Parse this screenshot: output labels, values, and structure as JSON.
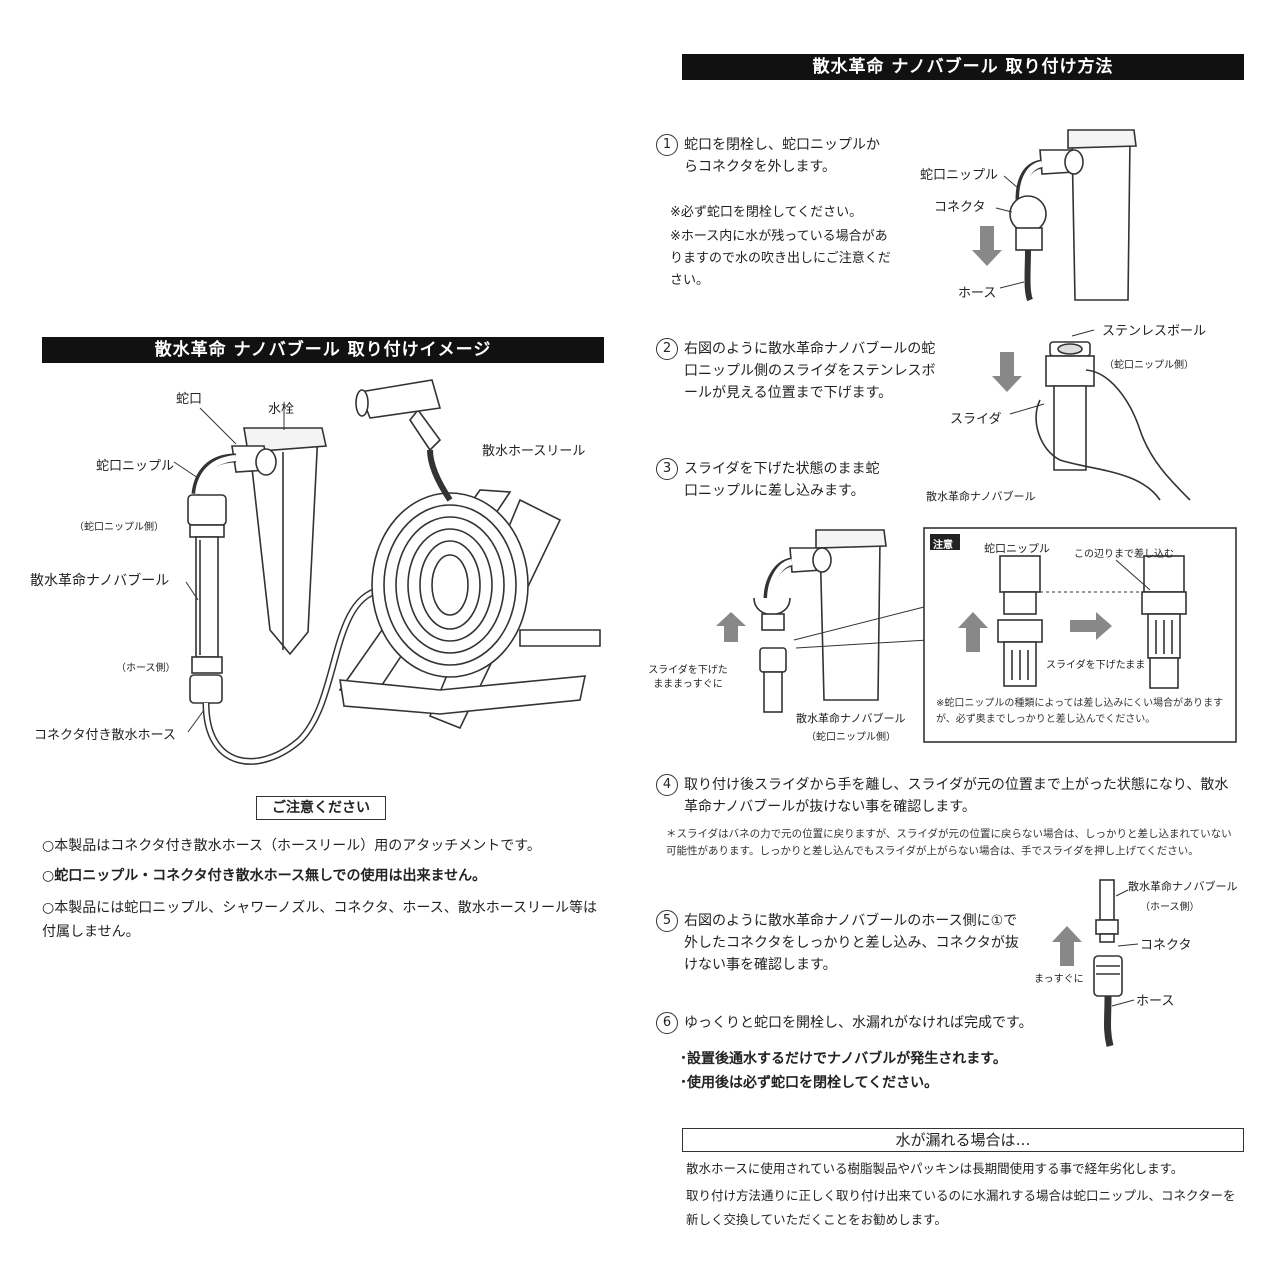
{
  "left": {
    "title": "散水革命 ナノバブール 取り付けイメージ",
    "labels": {
      "faucet": "蛇口",
      "hydrant": "水栓",
      "hose_reel": "散水ホースリール",
      "faucet_nipple": "蛇口ニップル",
      "nipple_side": "（蛇口ニップル側）",
      "product": "散水革命ナノバブール",
      "hose_side": "（ホース側）",
      "connector_hose": "コネクタ付き散水ホース"
    },
    "caution_title": "ご注意ください",
    "cautions": [
      "○本製品はコネクタ付き散水ホース（ホースリール）用のアタッチメントです。",
      "○蛇口ニップル・コネクタ付き散水ホース無しでの使用は出来ません。",
      "○本製品には蛇口ニップル、シャワーノズル、コネクタ、ホース、散水ホースリール等は付属しません。"
    ]
  },
  "right": {
    "title": "散水革命 ナノバブール 取り付け方法",
    "steps": [
      {
        "num": "1",
        "text": "蛇口を閉栓し、蛇口ニップルからコネクタを外します。"
      },
      {
        "num": "2",
        "text": "右図のように散水革命ナノバブールの蛇口ニップル側のスライダをステンレスボールが見える位置まで下げます。"
      },
      {
        "num": "3",
        "text": "スライダを下げた状態のまま蛇口ニップルに差し込みます。"
      },
      {
        "num": "4",
        "text": "取り付け後スライダから手を離し、スライダが元の位置まで上がった状態になり、散水革命ナノバブールが抜けない事を確認します。"
      },
      {
        "num": "5",
        "text": "右図のように散水革命ナノバブールのホース側に①で外したコネクタをしっかりと差し込み、コネクタが抜けない事を確認します。"
      },
      {
        "num": "6",
        "text": "ゆっくりと蛇口を開栓し、水漏れがなければ完成です。"
      }
    ],
    "step1_notes": [
      "※必ず蛇口を閉栓してください。",
      "※ホース内に水が残っている場合がありますので水の吹き出しにご注意ください。"
    ],
    "step1_labels": {
      "nipple": "蛇口ニップル",
      "connector": "コネクタ",
      "hose": "ホース"
    },
    "step2_labels": {
      "ball": "ステンレスボール",
      "nipple_side": "（蛇口ニップル側）",
      "slider": "スライダ",
      "product": "散水革命ナノバブール"
    },
    "step3_labels": {
      "slider_down_straight": "スライダを下げたまままっすぐに",
      "product": "散水革命ナノバブール",
      "nipple_side": "（蛇口ニップル側）",
      "caution_tag": "注意",
      "nipple": "蛇口ニップル",
      "insert_until": "この辺りまで差し込む",
      "slider_down": "スライダを下げたまま",
      "box_note": "※蛇口ニップルの種類によっては差し込みにくい場合がありますが、必ず奥までしっかりと差し込んでください。"
    },
    "step4_note": "＊スライダはバネの力で元の位置に戻りますが、スライダが元の位置に戻らない場合は、しっかりと差し込まれていない可能性があります。しっかりと差し込んでもスライダが上がらない場合は、手でスライダを押し上げてください。",
    "step5_labels": {
      "product": "散水革命ナノバブール",
      "hose_side": "（ホース側）",
      "connector": "コネクタ",
      "straight": "まっすぐに",
      "hose": "ホース"
    },
    "final_notes": [
      "･設置後通水するだけでナノバブルが発生されます。",
      "･使用後は必ず蛇口を閉栓してください。"
    ],
    "leak_title": "水が漏れる場合は…",
    "leak_text": [
      "散水ホースに使用されている樹脂製品やパッキンは長期間使用する事で経年劣化します。",
      "取り付け方法通りに正しく取り付け出来ているのに水漏れする場合は蛇口ニップル、コネクターを新しく交換していただくことをお勧めします。"
    ]
  }
}
